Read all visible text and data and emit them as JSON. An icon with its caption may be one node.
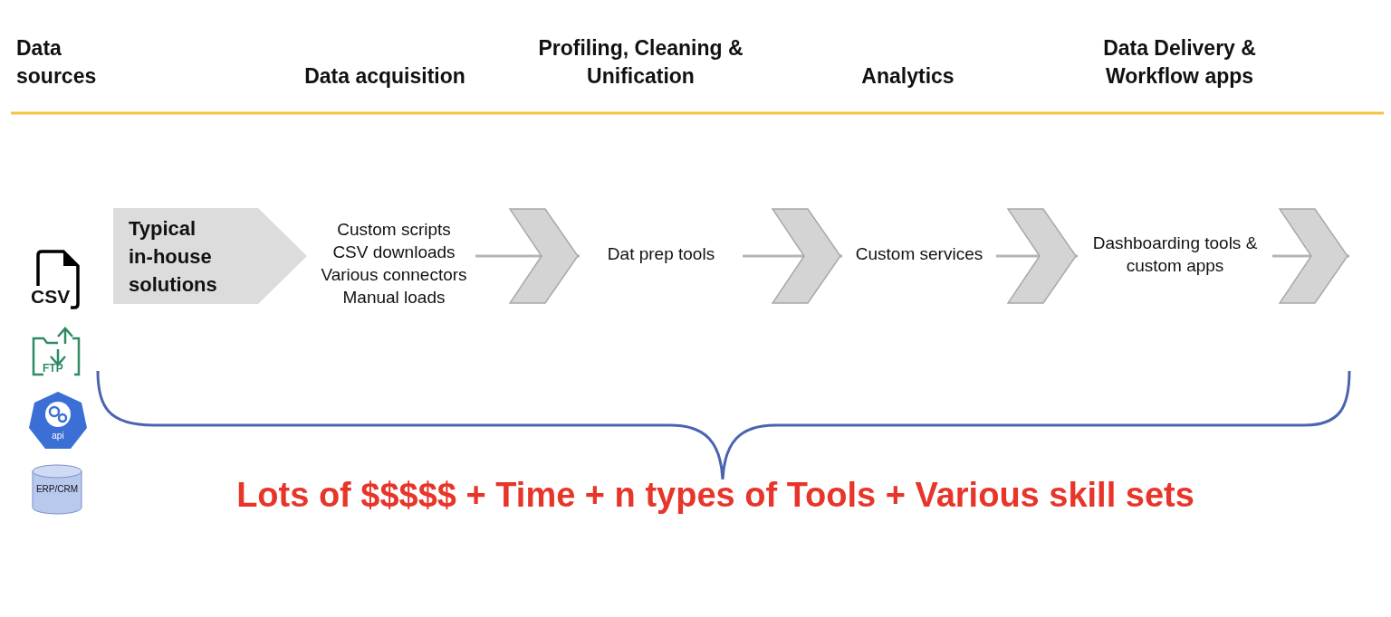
{
  "diagram": {
    "nodes": [
      {
        "text": [
          "CSV"
        ]
      },
      {
        "text": [
          "FTP"
        ]
      },
      {
        "text": [
          "api"
        ]
      },
      {
        "text": [
          "ERP/CRM"
        ]
      },
      {
        "text": [
          "Typical in-house solutions"
        ]
      },
      {
        "text": [
          "Custom scripts",
          "CSV downloads",
          "Various connectors",
          "Manual loads"
        ]
      },
      {
        "text": [
          "Dat prep tools"
        ]
      },
      {
        "text": [
          "Custom services"
        ]
      },
      {
        "text": [
          "Dashboarding tools & custom apps"
        ]
      }
    ],
    "edges": [
      {
        "from": 5,
        "to": 6,
        "arrow": "to"
      },
      {
        "from": 6,
        "to": 7,
        "arrow": "to"
      },
      {
        "from": 7,
        "to": 8,
        "arrow": "to"
      },
      {
        "from": 8,
        "to": null,
        "arrow": "to"
      }
    ],
    "labels": [
      "Data sources",
      "Data acquisition",
      "Profiling, Cleaning & Unification",
      "Analytics",
      "Data Delivery & Workflow apps",
      "Lots of $$$$$ + Time + n types of Tools  + Various skill sets"
    ]
  }
}
